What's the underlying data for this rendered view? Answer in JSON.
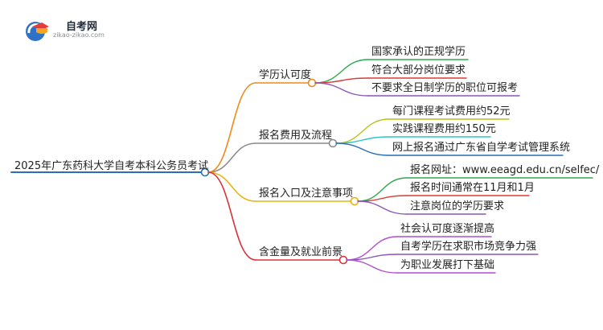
{
  "logo": {
    "name": "自考网",
    "domain": "zikao-zikao.com"
  },
  "mindmap": {
    "root": "2025年广东药科大学自考本科公务员考试",
    "branches": [
      {
        "label": "学历认可度",
        "color": "#ef8a1c",
        "children": [
          "国家承认的正规学历",
          "符合大部分岗位要求",
          "不要求全日制学历的职位可报考"
        ],
        "child_colors": [
          "#2fa84f",
          "#d93a3a",
          "#8a57b8"
        ]
      },
      {
        "label": "报名费用及流程",
        "color": "#8c8c8c",
        "children": [
          "每门课程考试费用约52元",
          "实践课程费用约150元",
          "网上报名通过广东省自学考试管理系统"
        ],
        "child_colors": [
          "#b6c21e",
          "#2ec4c4",
          "#2a6fb8"
        ]
      },
      {
        "label": "报名入口及注意事项",
        "color": "#e8b312",
        "children": [
          "报名网址：www.eeagd.edu.cn/selfec/",
          "报名时间通常在11月和1月",
          "注意岗位的学历要求"
        ],
        "child_colors": [
          "#2fa84f",
          "#d93a3a",
          "#8a57b8"
        ]
      },
      {
        "label": "含金量及就业前景",
        "color": "#d8323a",
        "children": [
          "社会认可度逐渐提高",
          "自考学历在求职市场竞争力强",
          "为职业发展打下基础"
        ],
        "child_colors": [
          "#b04fd0",
          "#8a57b8",
          "#b04fd0"
        ]
      }
    ]
  }
}
